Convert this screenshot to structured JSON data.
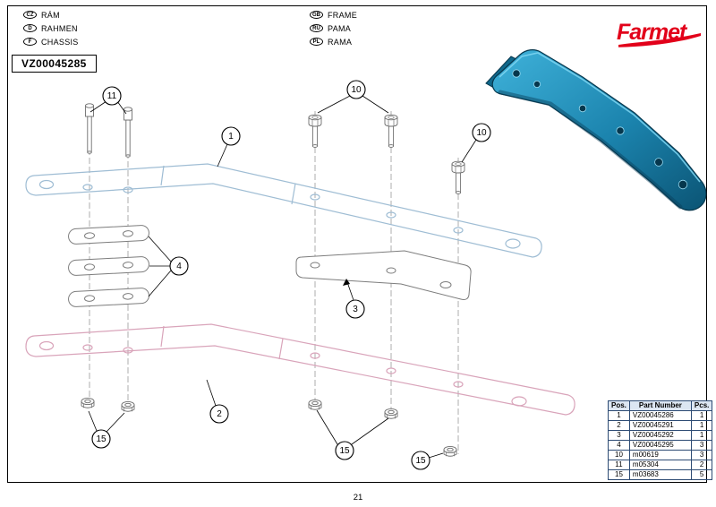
{
  "page": {
    "code": "VZ00045285",
    "number": "21"
  },
  "logo": {
    "text": "Farmet"
  },
  "languages": {
    "col1": [
      {
        "code": "CZ",
        "label": "RÁM"
      },
      {
        "code": "D",
        "label": "RAHMEN"
      },
      {
        "code": "F",
        "label": "CHASSIS"
      }
    ],
    "col2": [
      {
        "code": "GB",
        "label": "FRAME"
      },
      {
        "code": "RU",
        "label": "РАМА"
      },
      {
        "code": "PL",
        "label": "RAMA"
      }
    ]
  },
  "callouts": [
    "11",
    "10",
    "1",
    "10",
    "4",
    "3",
    "2",
    "15",
    "15",
    "15"
  ],
  "table": {
    "headers": [
      "Pos.",
      "Part Number",
      "Pcs."
    ],
    "rows": [
      {
        "pos": "1",
        "part": "VZ00045286",
        "pcs": "1"
      },
      {
        "pos": "2",
        "part": "VZ00045291",
        "pcs": "1"
      },
      {
        "pos": "3",
        "part": "VZ00045292",
        "pcs": "1"
      },
      {
        "pos": "4",
        "part": "VZ00045295",
        "pcs": "3"
      },
      {
        "pos": "10",
        "part": "m00619",
        "pcs": "3"
      },
      {
        "pos": "11",
        "part": "m05304",
        "pcs": "2"
      },
      {
        "pos": "15",
        "part": "m03683",
        "pcs": "5"
      }
    ]
  },
  "colors": {
    "logo_red": "#e2001a",
    "plate_top_tint": "#9fbdd4",
    "plate_bottom_tint": "#d9a4ba",
    "part3d_blue": "#1b83ad"
  }
}
